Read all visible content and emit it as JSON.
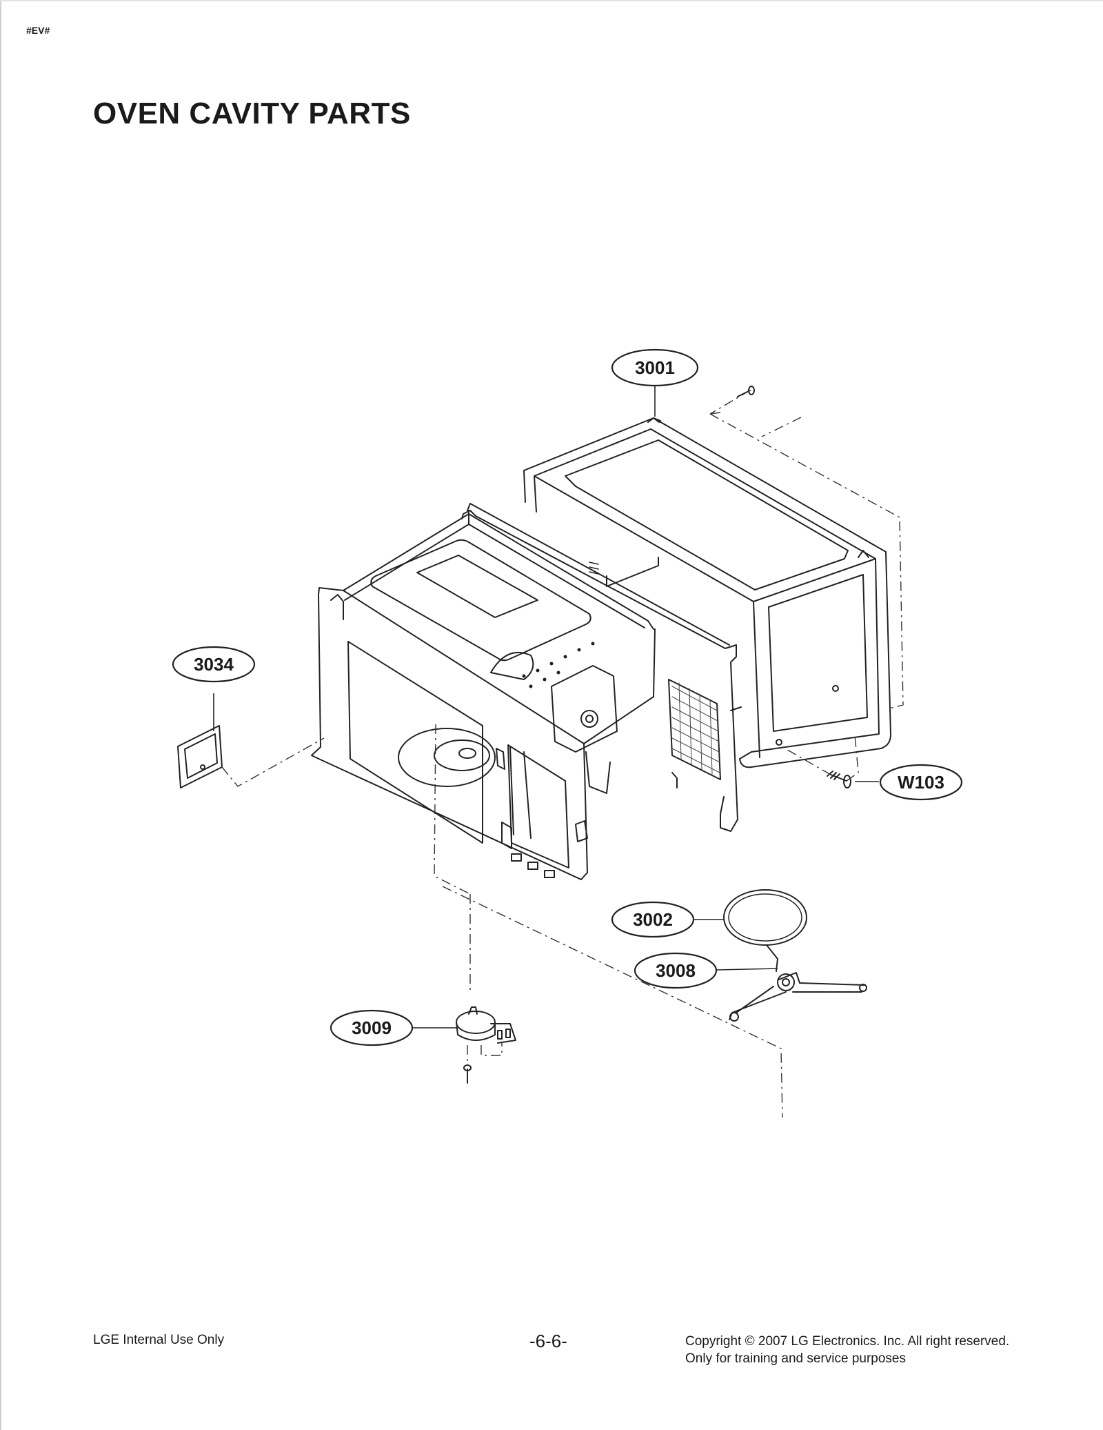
{
  "header": {
    "doc_code": "#EV#",
    "title": "OVEN CAVITY PARTS"
  },
  "callouts": {
    "c3001": "3001",
    "c3034": "3034",
    "cW103": "W103",
    "c3002": "3002",
    "c3008": "3008",
    "c3009": "3009"
  },
  "footer": {
    "left": "LGE Internal Use Only",
    "page": "-6-6-",
    "copyright": "Copyright © 2007 LG Electronics. Inc. All right reserved.",
    "note": "Only for training and service purposes"
  }
}
